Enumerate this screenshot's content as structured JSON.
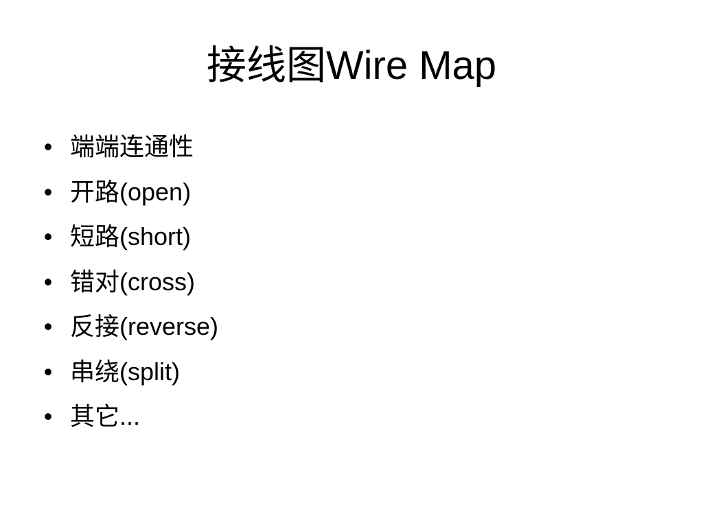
{
  "slide": {
    "title": "接线图Wire Map",
    "bullet_symbol": "•",
    "bullets": [
      "端端连通性",
      "开路(open)",
      "短路(short)",
      "错对(cross)",
      "反接(reverse)",
      "串绕(split)",
      "其它..."
    ]
  }
}
